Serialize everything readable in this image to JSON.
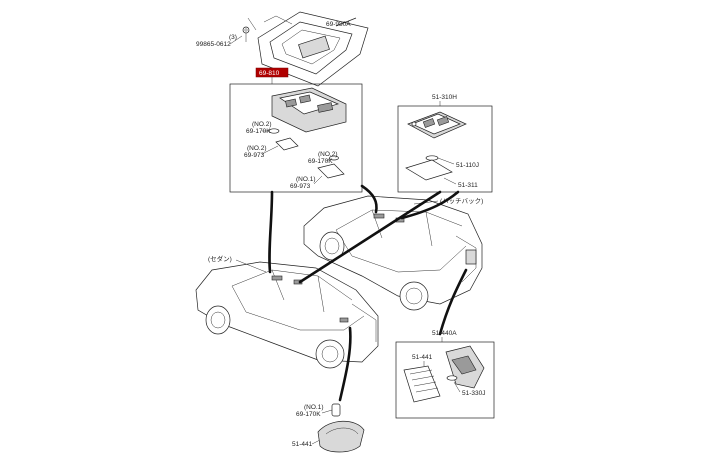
{
  "labels": {
    "screw_qty": "(3)",
    "screw_part": "99865-0612",
    "bracket_part": "69-980A",
    "highlight_part": "69-810",
    "no2_a": "(NO.2)",
    "bulb_a": "69-170K",
    "no2_b": "(NO.2)",
    "lens_a": "69-973",
    "no2_c": "(NO.2)",
    "bulb_b": "69-170K",
    "no1_a": "(NO.1)",
    "lens_b": "69-973",
    "hb_assembly": "51-310H",
    "hb_bulb": "51-110J",
    "hb_lens": "51-311",
    "hatchback": "(ハッチバック)",
    "sedan": "(セダン)",
    "trunk_assembly": "51-440A",
    "trunk_lens": "51-441",
    "trunk_bulb": "51-330J",
    "no1_b": "(NO.1)",
    "bulb_c": "69-170K",
    "sedan_lens": "51-441"
  },
  "colors": {
    "highlight": "#b00000",
    "line": "#222222",
    "shade": "#d9d9d9"
  }
}
